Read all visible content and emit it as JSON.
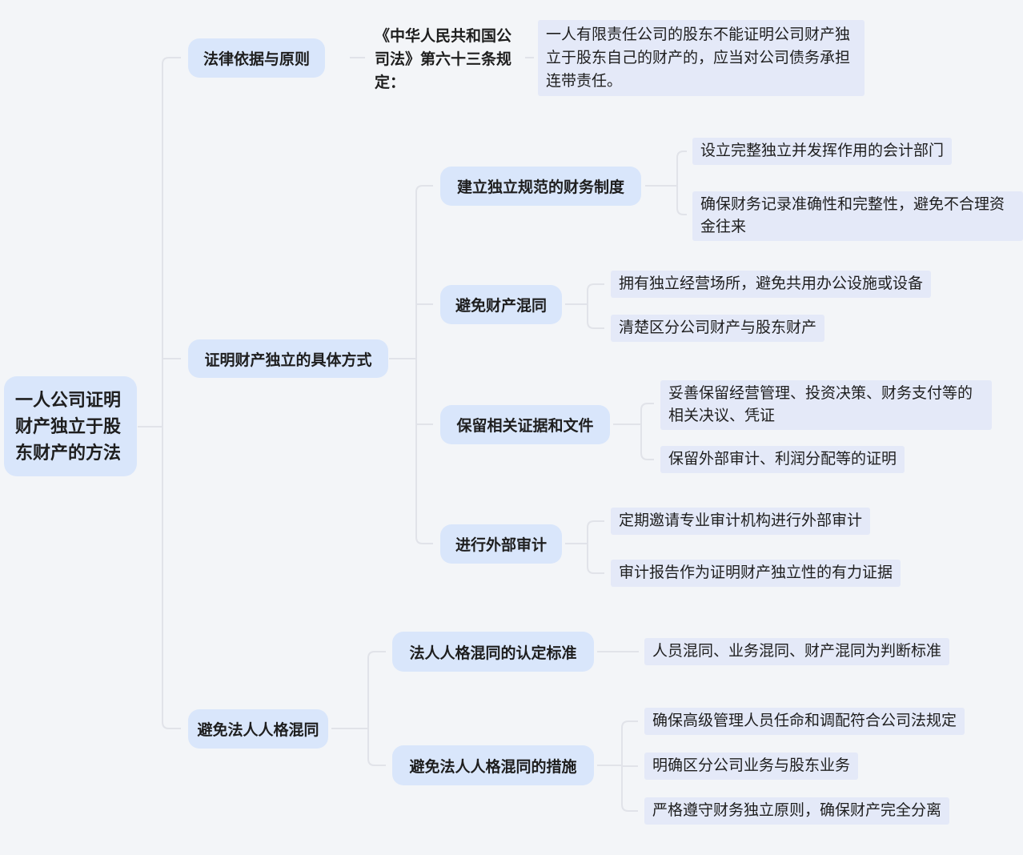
{
  "root": {
    "label": "一人公司证明财产独立于股东财产的方法"
  },
  "branches": [
    {
      "label": "法律依据与原则",
      "note": "《中华人民共和国公司法》第六十三条规定：",
      "detail": "一人有限责任公司的股东不能证明公司财产独立于股东自己的财产的，应当对公司债务承担连带责任。"
    },
    {
      "label": "证明财产独立的具体方式",
      "children": [
        {
          "label": "建立独立规范的财务制度",
          "leaves": [
            "设立完整独立并发挥作用的会计部门",
            "确保财务记录准确性和完整性，避免不合理资金往来"
          ]
        },
        {
          "label": "避免财产混同",
          "leaves": [
            "拥有独立经营场所，避免共用办公设施或设备",
            "清楚区分公司财产与股东财产"
          ]
        },
        {
          "label": "保留相关证据和文件",
          "leaves": [
            "妥善保留经营管理、投资决策、财务支付等的相关决议、凭证",
            "保留外部审计、利润分配等的证明"
          ]
        },
        {
          "label": "进行外部审计",
          "leaves": [
            "定期邀请专业审计机构进行外部审计",
            "审计报告作为证明财产独立性的有力证据"
          ]
        }
      ]
    },
    {
      "label": "避免法人人格混同",
      "children": [
        {
          "label": "法人人格混同的认定标准",
          "leaves": [
            "人员混同、业务混同、财产混同为判断标准"
          ]
        },
        {
          "label": "避免法人人格混同的措施",
          "leaves": [
            "确保高级管理人员任命和调配符合公司法规定",
            "明确区分公司业务与股东业务",
            "严格遵守财务独立原则，确保财产完全分离"
          ]
        }
      ]
    }
  ],
  "colors": {
    "background": "#f3f5f8",
    "branch_fill": "#d9e6fb",
    "leaf_fill": "#e4e9f8",
    "connector": "#e1e3e9",
    "text": "#1e1e1e"
  }
}
